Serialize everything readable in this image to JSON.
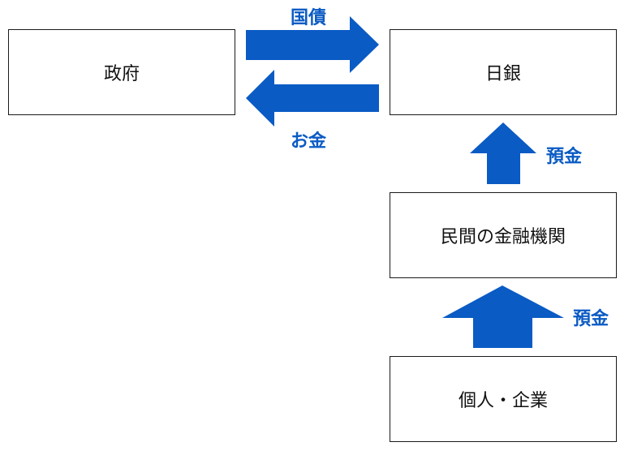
{
  "colors": {
    "accent": "#0a5bc4",
    "border": "#1a1a1a",
    "text": "#111111"
  },
  "nodes": {
    "government": "政府",
    "boj": "日銀",
    "private_banks": "民間の金融機関",
    "individuals_firms": "個人・企業"
  },
  "flows": {
    "bonds": "国債",
    "money": "お金",
    "deposit_banks_to_boj": "預金",
    "deposit_people_to_banks": "預金"
  }
}
